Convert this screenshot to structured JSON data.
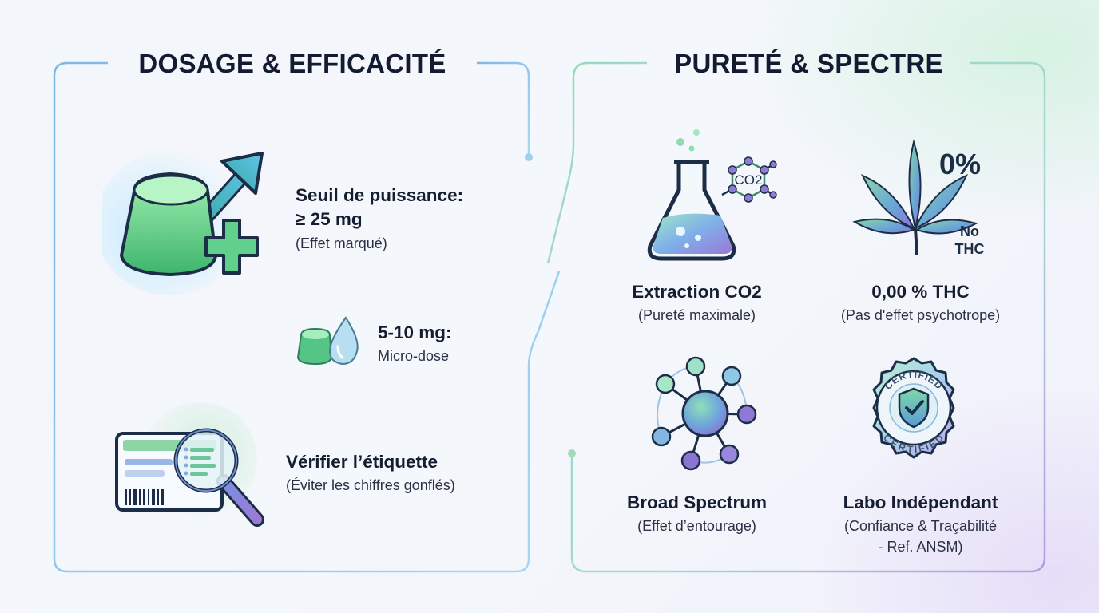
{
  "left_panel": {
    "title": "DOSAGE & EFFICACITÉ",
    "items": [
      {
        "title_line1": "Seuil de puissance:",
        "title_line2": "≥ 25 mg",
        "note": "(Effet marqué)",
        "icon": "gummy-plus-arrow-icon"
      },
      {
        "title": "5-10 mg:",
        "note": "Micro-dose",
        "icon": "gummy-drop-icon"
      },
      {
        "title": "Vérifier l’étiquette",
        "note": "(Éviter les chiffres gonflés)",
        "icon": "label-magnifier-icon"
      }
    ]
  },
  "right_panel": {
    "title": "PURETÉ & SPECTRE",
    "items": [
      {
        "title": "Extraction CO2",
        "note": "(Pureté maximale)",
        "icon": "flask-co2-icon",
        "badge": "CO2"
      },
      {
        "title": "0,00 % THC",
        "note": "(Pas d'effet psychotrope)",
        "icon": "cannabis-leaf-icon",
        "badge": "0%",
        "badge_line1": "No",
        "badge_line2": "THC"
      },
      {
        "title": "Broad Spectrum",
        "note": "(Effet d’entourage)",
        "icon": "molecule-network-icon"
      },
      {
        "title": "Labo Indépendant",
        "note_line1": "(Confiance & Traçabilité",
        "note_line2": "- Ref. ANSM)",
        "icon": "certified-seal-icon",
        "seal_text": "CERTIFIED"
      }
    ]
  },
  "colors": {
    "frame_blue": "#8ec6e6",
    "frame_green": "#9ddcb4",
    "frame_purple": "#b9a2e2",
    "gummy_green": "#5fd08a",
    "violet": "#8a7ad6"
  }
}
